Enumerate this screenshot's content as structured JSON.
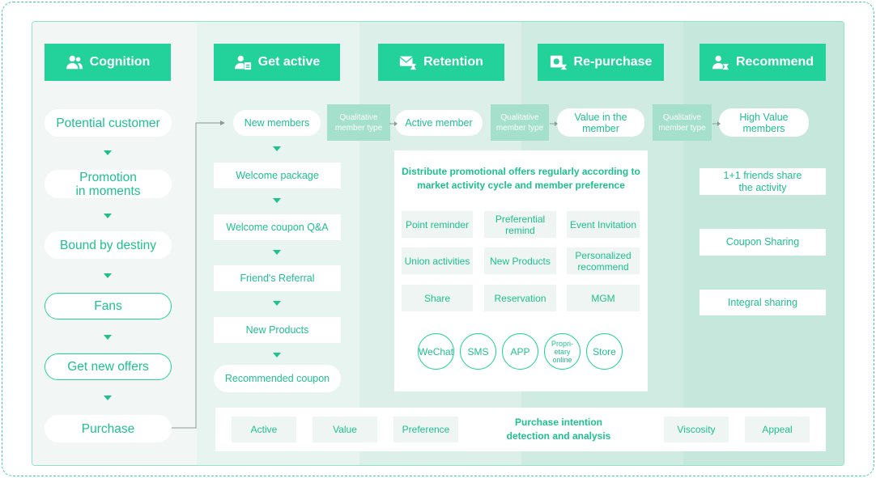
{
  "colors": {
    "accent": "#22d29a",
    "text": "#1fc08f",
    "qualitative": "#a5e0cc"
  },
  "headers": [
    {
      "label": "Cognition",
      "icon": "users-icon"
    },
    {
      "label": "Get active",
      "icon": "member-card-icon"
    },
    {
      "label": "Retention",
      "icon": "mail-timer-icon"
    },
    {
      "label": "Re-purchase",
      "icon": "repurchase-icon"
    },
    {
      "label": "Recommend",
      "icon": "user-timer-icon"
    }
  ],
  "cognition": [
    "Potential customer",
    "Promotion\nin moments",
    "Bound by destiny",
    "Fans",
    "Get new offers",
    "Purchase"
  ],
  "flow": {
    "new_members": "New members",
    "active_member": "Active member",
    "value_member": "Value in the\nmember",
    "high_value": "High Value\nmembers",
    "qualitative": "Qualitative\nmember type"
  },
  "get_active": [
    "Welcome package",
    "Welcome coupon Q&A",
    "Friend's Referral",
    "New Products",
    "Recommended coupon"
  ],
  "retention": {
    "title": "Distribute promotional offers regularly according to\nmarket activity cycle and member preference",
    "items": [
      "Point reminder",
      "Preferential\nremind",
      "Event Invitation",
      "Union activities",
      "New Products",
      "Personalized\nrecommend",
      "Share",
      "Reservation",
      "MGM"
    ],
    "channels": [
      "WeChat",
      "SMS",
      "APP",
      "Propri-\netary\nonline",
      "Store"
    ]
  },
  "recommend": [
    "1+1 friends share\nthe activity",
    "Coupon Sharing",
    "Integral sharing"
  ],
  "bottom": {
    "items": [
      "Active",
      "Value",
      "Preference",
      "Viscosity",
      "Appeal"
    ],
    "center": "Purchase intention\ndetection and analysis"
  }
}
